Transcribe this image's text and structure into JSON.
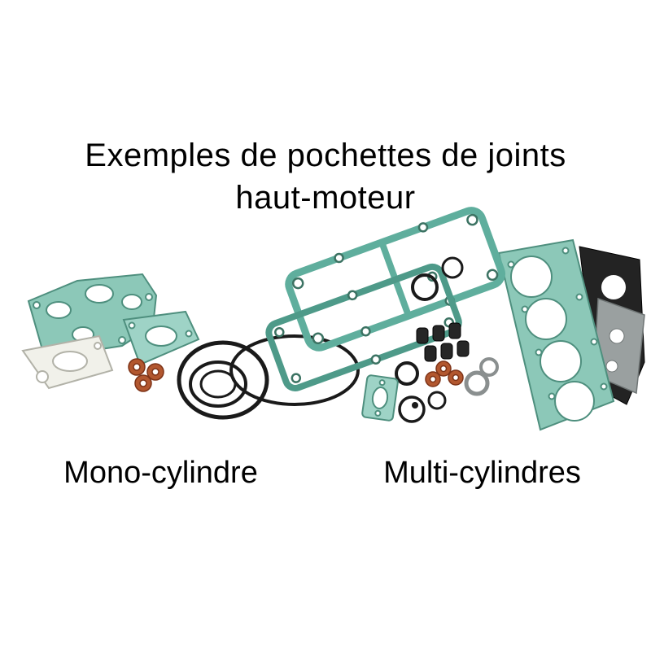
{
  "page": {
    "title_line1": "Exemples de pochettes de joints",
    "title_line2": "haut-moteur"
  },
  "captions": {
    "mono": "Mono-cylindre",
    "multi": "Multi-cylindres"
  },
  "colors": {
    "background": "#ffffff",
    "text": "#000000",
    "gasket_teal": "#8cc8b8",
    "gasket_teal_light": "#9ed3c6",
    "gasket_teal_dark": "#4e8f7e",
    "paper_gasket": "#f1f1ea",
    "copper_washer": "#b2572f",
    "rubber_black": "#262626",
    "metal_gray": "#9aa0a0",
    "black_gasket": "#232323"
  },
  "illustration": {
    "mono_parts": "base-gasket, paper-gasket, copper-washers, o-ring-set, large-o-ring",
    "multi_parts": "valve-cover-gaskets, four-cylinder-head-gasket, black-cover-gasket, valve-stem-seals, copper-washers, o-rings, small-gasket-plate, circlip"
  }
}
